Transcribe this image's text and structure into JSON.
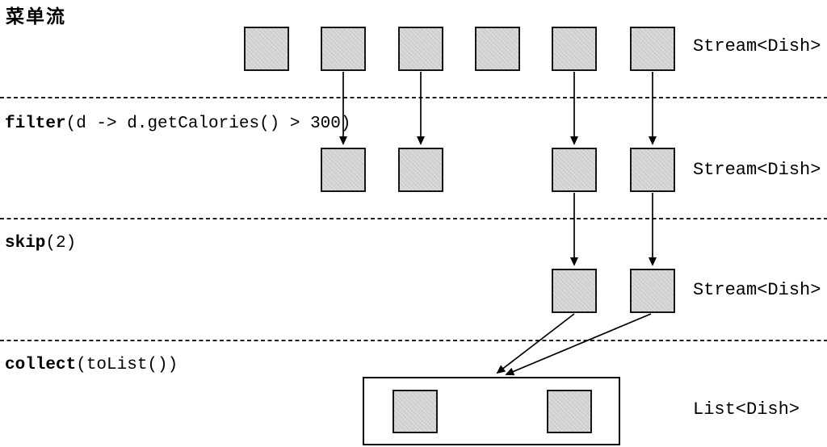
{
  "title": "菜单流",
  "stages": [
    {
      "id": "source",
      "stream_label": "Stream<Dish>",
      "columns": [
        1,
        2,
        3,
        4,
        5,
        6
      ]
    },
    {
      "id": "filter",
      "op_method": "filter",
      "op_args": "(d -> d.getCalories() > 300)",
      "stream_label": "Stream<Dish>",
      "columns": [
        2,
        3,
        5,
        6
      ]
    },
    {
      "id": "skip",
      "op_method": "skip",
      "op_args": "(2)",
      "stream_label": "Stream<Dish>",
      "columns": [
        5,
        6
      ]
    },
    {
      "id": "collect",
      "op_method": "collect",
      "op_args": "(toList())",
      "result_label": "List<Dish>",
      "columns": [
        5,
        6
      ]
    }
  ],
  "colors": {
    "background": "#ffffff",
    "ink": "#000000",
    "box_fill": "#d5d5d5",
    "box_border": "#161616"
  }
}
